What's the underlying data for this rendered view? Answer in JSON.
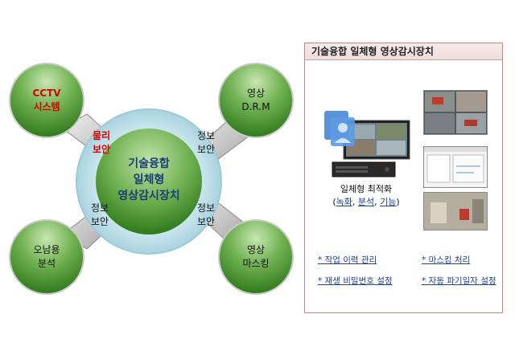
{
  "diagram": {
    "center": [
      "기술융합",
      "일체형",
      "영상감시장치"
    ],
    "nodes": {
      "top_left": [
        "CCTV",
        "시스템"
      ],
      "top_right": [
        "영상",
        "D.R.M"
      ],
      "bottom_left": [
        "오남용",
        "분석"
      ],
      "bottom_right": [
        "영상",
        "마스킹"
      ]
    },
    "connectors": {
      "top_left": [
        "물리",
        "보안"
      ],
      "top_right": [
        "정보",
        "보안"
      ],
      "bottom_left": [
        "정보",
        "보안"
      ],
      "bottom_right": [
        "정보",
        "보안"
      ]
    },
    "colors": {
      "accent_red": "#d80000",
      "center_text": "#1a3d7a",
      "node_green_dark": "#2f7a1c",
      "node_green_light": "#b6dda0"
    }
  },
  "panel": {
    "title": "기술융합 일체형 영상감시장치",
    "device_caption": "일체형 최적화",
    "device_sub_open": "(",
    "device_sub_items": [
      "녹화",
      "분석",
      "기능"
    ],
    "device_sub_close": ")",
    "features": [
      "* 작업 이력 관리",
      "* 마스킹 처리",
      "* 재생 비밀번호 설정",
      "* 자동 파기일자 설정"
    ]
  }
}
